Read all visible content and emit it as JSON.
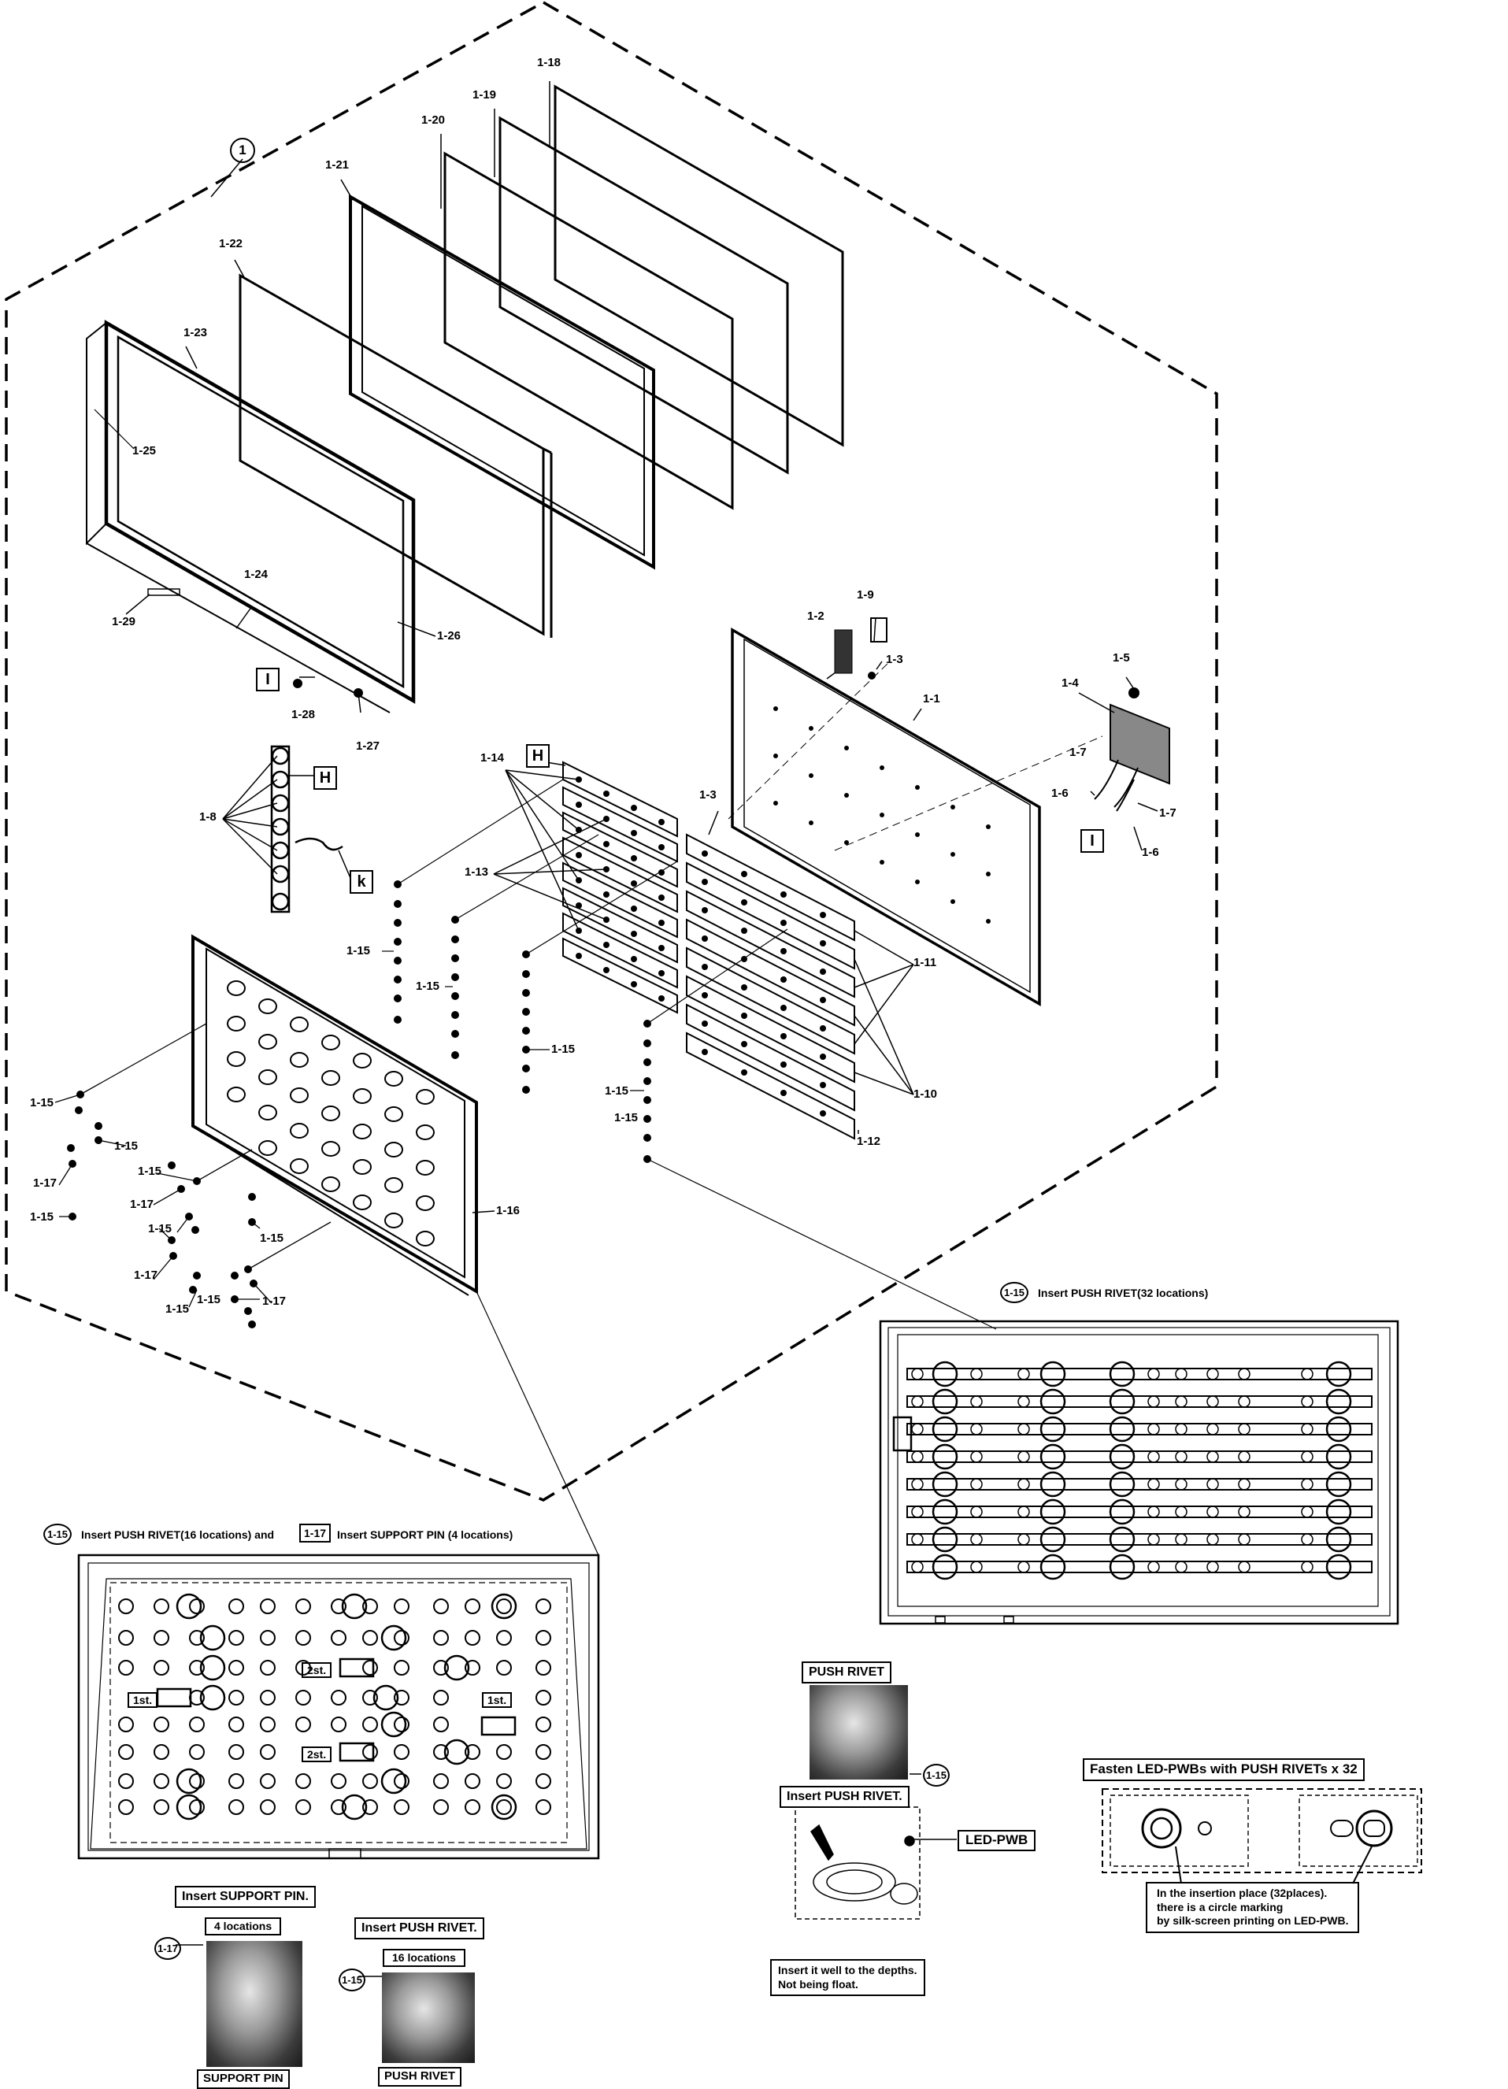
{
  "callouts": {
    "c1": "1",
    "c1_1": "1-1",
    "c1_2": "1-2",
    "c1_3a": "1-3",
    "c1_3b": "1-3",
    "c1_4": "1-4",
    "c1_5": "1-5",
    "c1_6a": "1-6",
    "c1_6b": "1-6",
    "c1_7a": "1-7",
    "c1_7b": "1-7",
    "c1_8": "1-8",
    "c1_9": "1-9",
    "c1_10": "1-10",
    "c1_11": "1-11",
    "c1_12": "1-12",
    "c1_13": "1-13",
    "c1_14": "1-14",
    "c1_15": "1-15",
    "c1_16": "1-16",
    "c1_17": "1-17",
    "c1_18": "1-18",
    "c1_19": "1-19",
    "c1_20": "1-20",
    "c1_21": "1-21",
    "c1_22": "1-22",
    "c1_23": "1-23",
    "c1_24": "1-24",
    "c1_25": "1-25",
    "c1_26": "1-26",
    "c1_27": "1-27",
    "c1_28": "1-28",
    "c1_29": "1-29"
  },
  "markers": {
    "H1": "H",
    "H2": "H",
    "I1": "I",
    "I2": "I",
    "K": "k"
  },
  "right_inset": {
    "callout": "1-15",
    "title": "Insert PUSH RIVET(32 locations)"
  },
  "left_inset": {
    "callout_a": "1-15",
    "title_a": "Insert PUSH RIVET(16 locations) and",
    "callout_b": "1-17",
    "title_b": "Insert SUPPORT PIN (4 locations)",
    "tag_1st_a": "1st.",
    "tag_1st_b": "1st.",
    "tag_2st_a": "2st.",
    "tag_2st_b": "2st."
  },
  "support_pin": {
    "heading": "Insert SUPPORT PIN.",
    "count": "4 locations",
    "callout": "1-17",
    "caption": "SUPPORT PIN"
  },
  "push_rivet_left": {
    "heading": "Insert PUSH RIVET.",
    "count": "16 locations",
    "callout": "1-15",
    "caption": "PUSH RIVET"
  },
  "push_rivet_center": {
    "heading": "PUSH RIVET",
    "callout": "1-15",
    "insert_heading": "Insert PUSH RIVET.",
    "board_label": "LED-PWB",
    "note_line1": "Insert it well to the depths.",
    "note_line2": "Not being float."
  },
  "fasten": {
    "heading": "Fasten LED-PWBs with PUSH RIVETs x 32",
    "note_line1": "In the insertion place (32places).",
    "note_line2": "there is a circle marking",
    "note_line3": "by silk-screen printing on LED-PWB."
  }
}
